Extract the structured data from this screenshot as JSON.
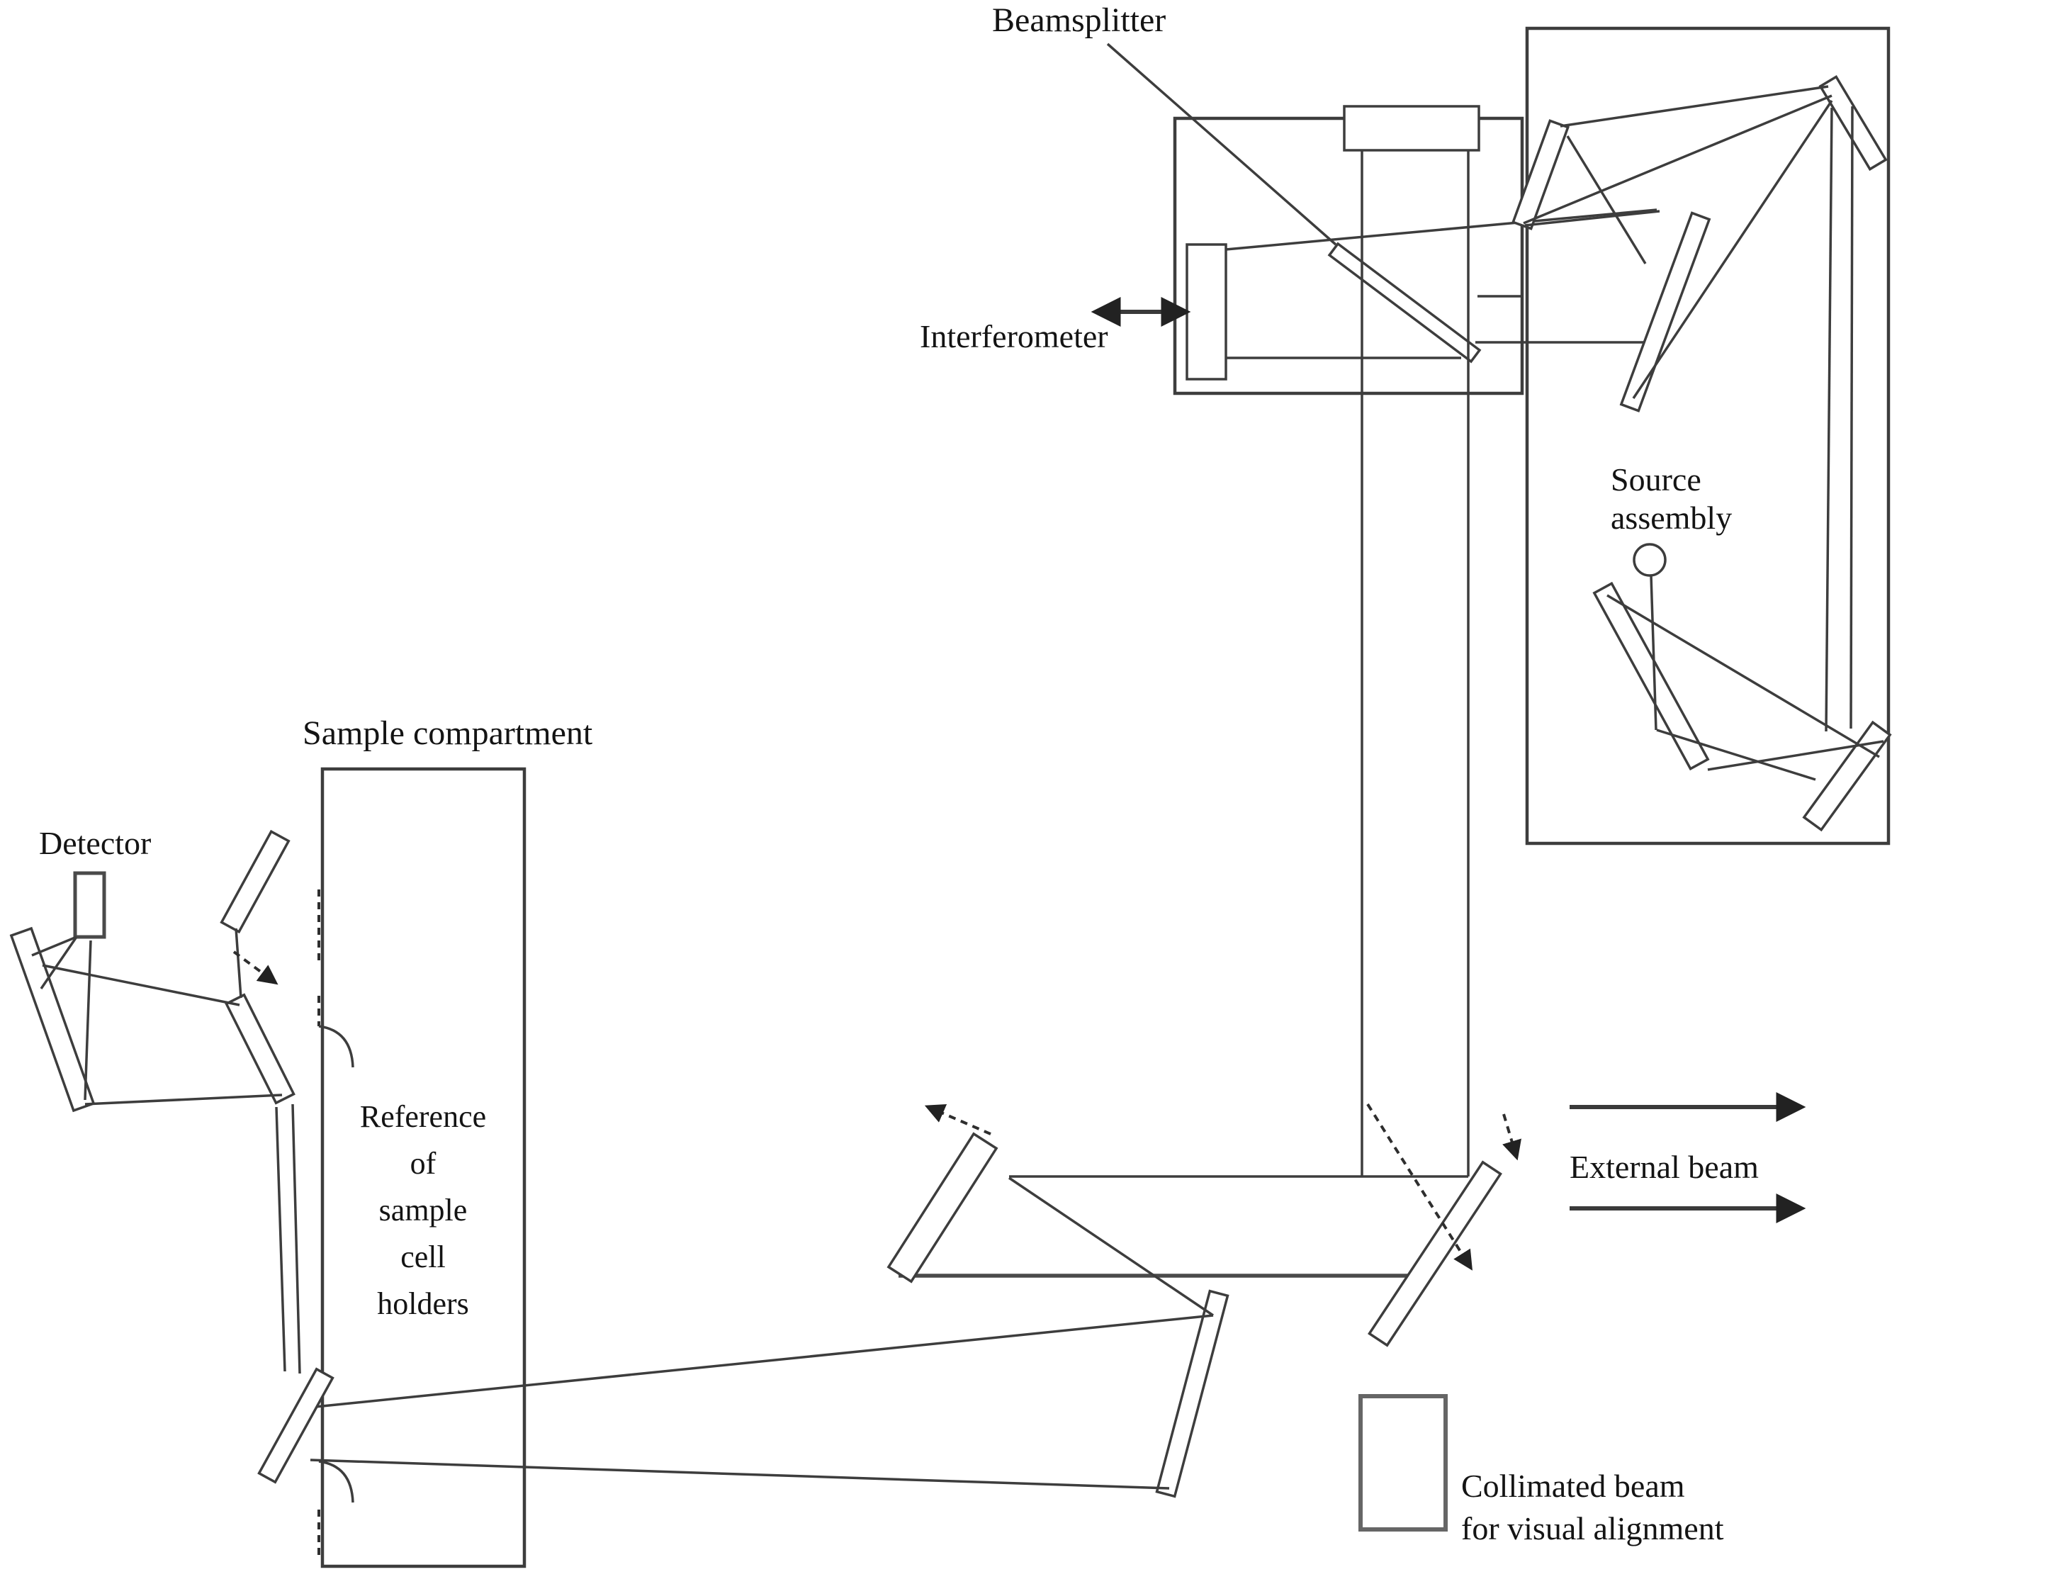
{
  "diagram": {
    "type": "FTIR spectrometer optical layout schematic",
    "background_color": "#ffffff",
    "line_color": "#3d3d3d",
    "text_color": "#141414",
    "labels": {
      "beamsplitter": "Beamsplitter",
      "interferometer": "Interferometer",
      "source_assembly": {
        "line1": "Source",
        "line2": "assembly"
      },
      "sample_compartment": "Sample compartment",
      "detector": "Detector",
      "reference": {
        "line1": "Reference",
        "line2": "of",
        "line3": "sample",
        "line4": "cell",
        "line5": "holders"
      },
      "external_beam": "External beam",
      "collimated": {
        "line1": "Collimated beam",
        "line2": "for visual alignment"
      }
    },
    "components": [
      "interferometer-box",
      "beamsplitter-plate",
      "interferometer-top-mirror",
      "interferometer-side-mirror",
      "source-assembly-box",
      "source-lamp-circle",
      "source-mirrors",
      "sample-compartment-box",
      "sample-cell-holder-dashes",
      "detector-body",
      "detector-mirrors",
      "external-beam-fold-mirror",
      "collimated-beam-aperture"
    ]
  }
}
